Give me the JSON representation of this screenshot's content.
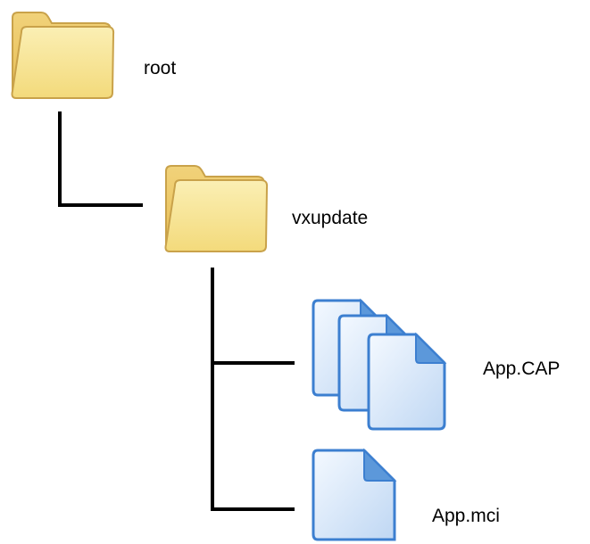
{
  "tree": {
    "root": {
      "label": "root",
      "icon": "folder-icon"
    },
    "child": {
      "label": "vxupdate",
      "icon": "folder-icon"
    },
    "files": [
      {
        "label": "App.CAP",
        "icon": "multiple-documents-icon"
      },
      {
        "label": "App.mci",
        "icon": "document-icon"
      }
    ]
  },
  "colors": {
    "folder_fill": "#F7E28C",
    "folder_edge": "#C9A24A",
    "document_fill": "#D6E6F8",
    "document_edge": "#3C7FD0",
    "connector": "#000000"
  }
}
